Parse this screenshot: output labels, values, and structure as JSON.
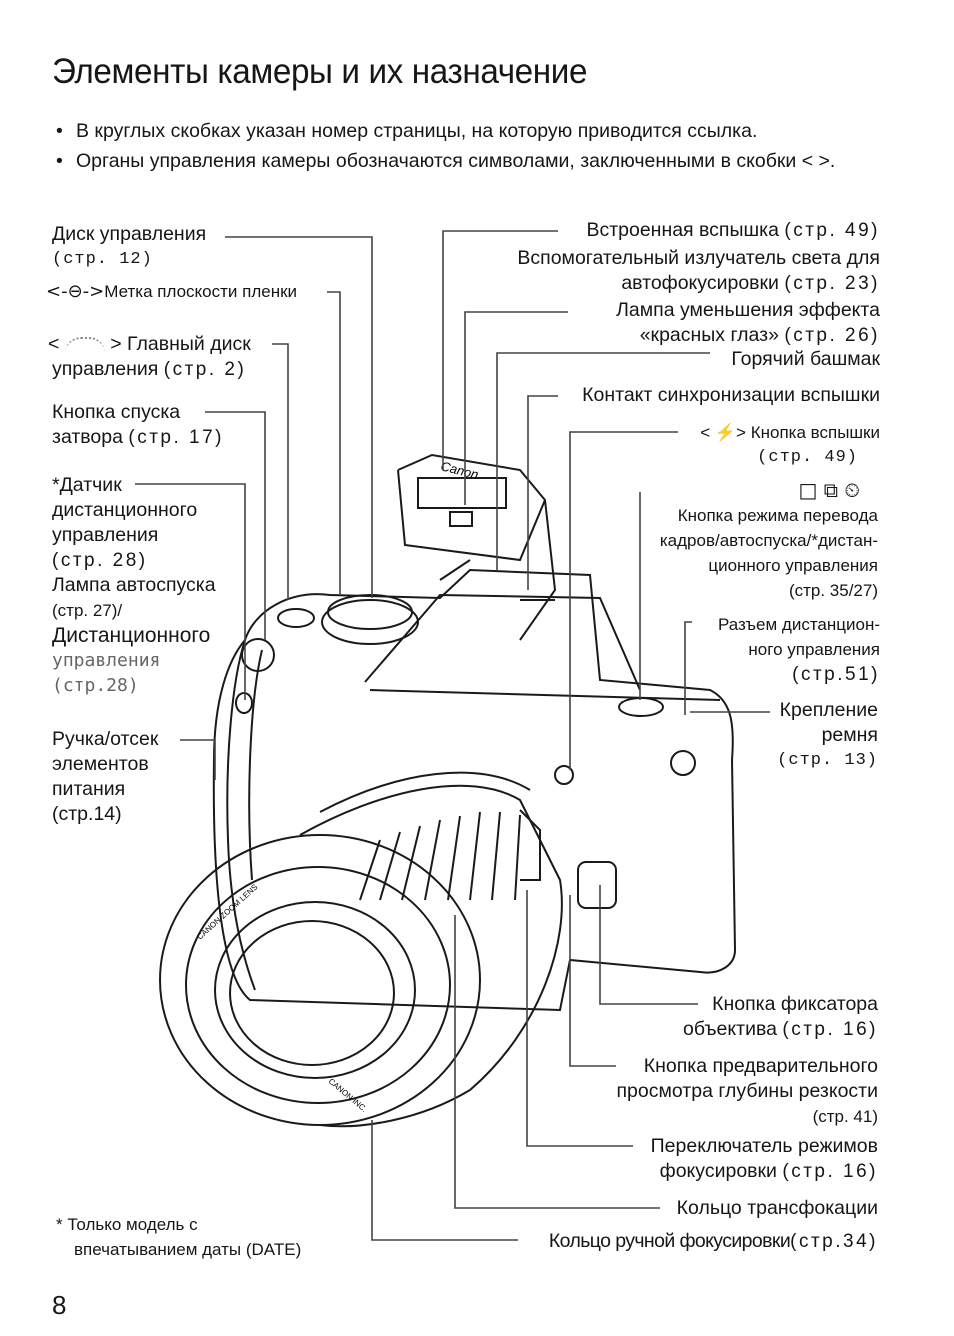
{
  "title": "Элементы камеры и их назначение",
  "notes": [
    "В круглых скобках указан номер страницы, на которую приводится ссылка.",
    "Органы управления камеры обозначаются символами, заключенными в скобки < >."
  ],
  "bullet_symbol": "•",
  "labels": {
    "control_dial": "Диск управления",
    "control_dial_ref": "(стр. 12)",
    "film_plane_symbol": "<-⊖->",
    "film_plane": "Метка плоскости пленки",
    "main_dial_symbol_open": "<",
    "main_dial_symbol_close": ">",
    "main_dial_line1": "Главный диск",
    "main_dial_line2": "управления",
    "main_dial_ref": "(стр. 2)",
    "shutter_line1": "Кнопка спуска",
    "shutter_line2": "затвора",
    "shutter_ref": "(стр. 17)",
    "remote_sensor_line1": "*Датчик",
    "remote_sensor_line2": "дистанционного",
    "remote_sensor_line3": "управления",
    "remote_sensor_ref": "(стр. 28)",
    "self_timer_line1": "Лампа автоспуска",
    "self_timer_ref": "(стр. 27)/",
    "self_timer_line2": "Дистанционного",
    "self_timer_line3": "управления",
    "self_timer_ref2": "(стр.28)",
    "grip_line1": "Ручка/отсек",
    "grip_line2": "элементов",
    "grip_line3": "питания",
    "grip_ref": "(стр.14)",
    "flash": "Встроенная вспышка",
    "flash_ref": "(стр. 49)",
    "af_assist_line1": "Вспомогательный излучатель света для",
    "af_assist_line2": "автофокусировки",
    "af_assist_ref": "(стр. 23)",
    "red_eye_line1": "Лампа уменьшения эффекта",
    "red_eye_line2": "«красных глаз»",
    "red_eye_ref": "(стр. 26)",
    "hot_shoe": "Горячий башмак",
    "sync_contact": "Контакт синхронизации вспышки",
    "flash_button_symbol": "< ⚡>",
    "flash_button": "Кнопка вспышки",
    "flash_button_ref": "(стр. 49)",
    "drive_symbols": "□ ⧉ ⏲",
    "drive_line1": "Кнопка режима перевода",
    "drive_line2": "кадров/автоспуска/*дистан-",
    "drive_line3": "ционного управления",
    "drive_ref": "(стр. 35/27)",
    "remote_socket_line1": "Разъем дистанцион-",
    "remote_socket_line2": "ного управления",
    "remote_socket_ref": "(стр.51)",
    "strap_line1": "Крепление",
    "strap_line2": "ремня",
    "strap_ref": "(стр. 13)",
    "lens_release_line1": "Кнопка фиксатора",
    "lens_release_line2": "объектива",
    "lens_release_ref": "(стр. 16)",
    "dof_line1": "Кнопка предварительного",
    "dof_line2": "просмотра глубины резкости",
    "dof_ref": "(стр. 41)",
    "focus_mode_line1": "Переключатель режимов",
    "focus_mode_line2": "фокусировки",
    "focus_mode_ref": "(стр. 16)",
    "zoom_ring": "Кольцо трансфокации",
    "manual_focus_ring": "Кольцо ручной фокусировки",
    "manual_focus_ref": "(стр.34)",
    "footnote_line1": "* Только модель с",
    "footnote_line2": "впечатыванием даты (DATE)"
  },
  "camera_texts": {
    "brand": "Canon",
    "lens_text_top": "CANON ZOOM LENS",
    "lens_text_bottom": "CANON INC."
  },
  "page_number": "8"
}
